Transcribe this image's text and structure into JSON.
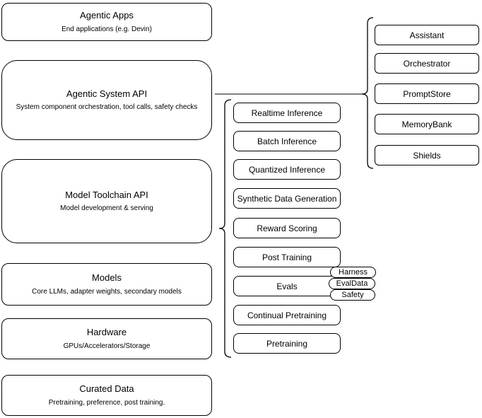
{
  "diagram": {
    "left_stack": [
      {
        "title": "Agentic Apps",
        "subtitle": "End applications (e.g. Devin)"
      },
      {
        "title": "Agentic System API",
        "subtitle": "System component orchestration, tool calls, safety checks"
      },
      {
        "title": "Model Toolchain API",
        "subtitle": "Model development & serving"
      },
      {
        "title": "Models",
        "subtitle": "Core LLMs, adapter weights, secondary models"
      },
      {
        "title": "Hardware",
        "subtitle": "GPUs/Accelerators/Storage"
      },
      {
        "title": "Curated Data",
        "subtitle": "Pretraining, preference, post training."
      }
    ],
    "toolchain_stack": [
      "Realtime Inference",
      "Batch Inference",
      "Quantized Inference",
      "Synthetic Data Generation",
      "Reward Scoring",
      "Post Training",
      "Evals",
      "Continual Pretraining",
      "Pretraining"
    ],
    "system_stack": [
      "Assistant",
      "Orchestrator",
      "PromptStore",
      "MemoryBank",
      "Shields"
    ],
    "evals_tags": [
      "Harness",
      "EvalData",
      "Safety"
    ],
    "colors": {
      "background": "#ffffff",
      "box_fill": "#ffffff",
      "stroke": "#000000",
      "text": "#000000"
    }
  }
}
